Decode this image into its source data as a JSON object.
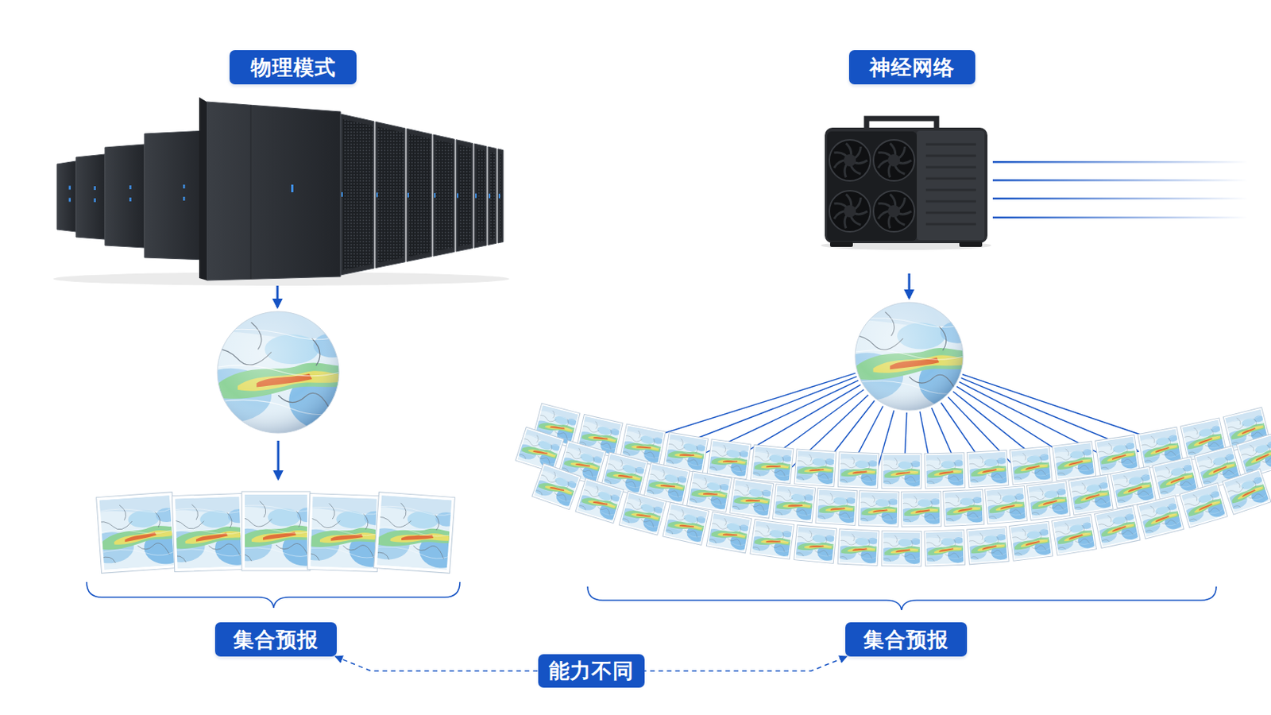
{
  "diagram": {
    "nodes": [
      {
        "text": [
          "物理模式"
        ]
      },
      {
        "text": [
          "神经网络"
        ]
      },
      {
        "text": [
          "集合预报"
        ]
      },
      {
        "text": [
          "集合预报"
        ]
      }
    ],
    "edges": [
      {
        "from": 2,
        "to": 3,
        "arrow": "both",
        "label": "能力不同"
      }
    ]
  }
}
